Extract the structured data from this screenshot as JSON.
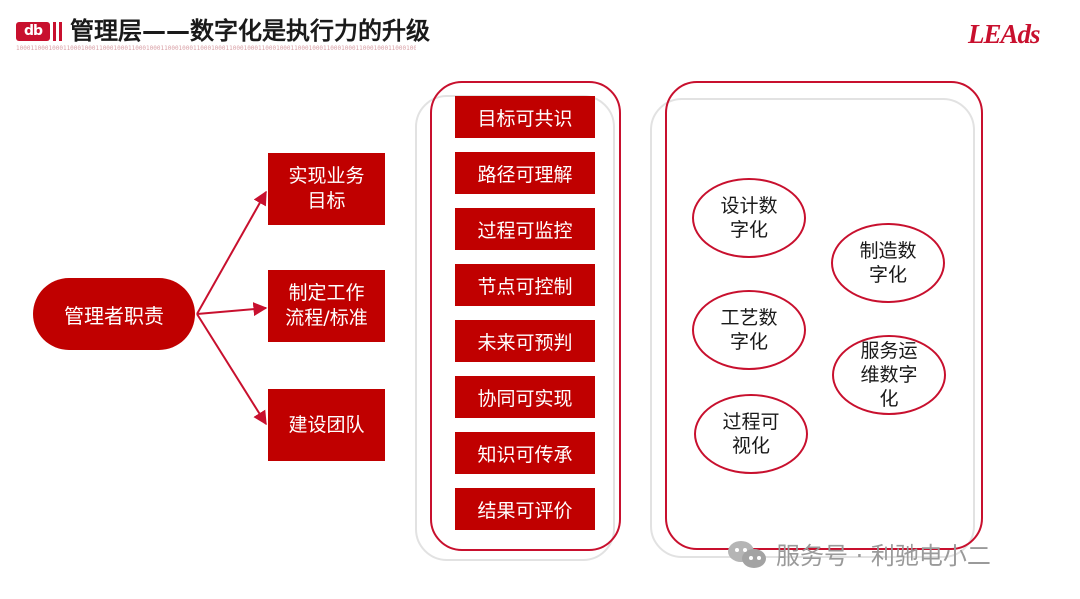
{
  "header": {
    "logo_text": "db",
    "title": "管理层——数字化是执行力的升级",
    "binary_strip": "10001100010001100010001100010001100010001100010001100010001100010001100010001100010001100010001100010001100010001100010001100010001100",
    "brand": "LEAds"
  },
  "diagram": {
    "root": "管理者职责",
    "goals": [
      {
        "lines": [
          "实现业务",
          "目标"
        ]
      },
      {
        "lines": [
          "制定工作",
          "流程/标准"
        ]
      },
      {
        "lines": [
          "建设团队"
        ]
      }
    ],
    "abilities": [
      "目标可共识",
      "路径可理解",
      "过程可监控",
      "节点可控制",
      "未来可预判",
      "协同可实现",
      "知识可传承",
      "结果可评价"
    ],
    "digitalization": [
      {
        "lines": [
          "设计数",
          "字化"
        ]
      },
      {
        "lines": [
          "制造数",
          "字化"
        ]
      },
      {
        "lines": [
          "工艺数",
          "字化"
        ]
      },
      {
        "lines": [
          "服务运",
          "维数字",
          "化"
        ]
      },
      {
        "lines": [
          "过程可",
          "视化"
        ]
      }
    ]
  },
  "watermark": {
    "text": "服务号 · 利驰电小二"
  },
  "colors": {
    "accent_red": "#c00000",
    "border_red": "#c8102e",
    "frame_gray": "#e2e2e2"
  }
}
